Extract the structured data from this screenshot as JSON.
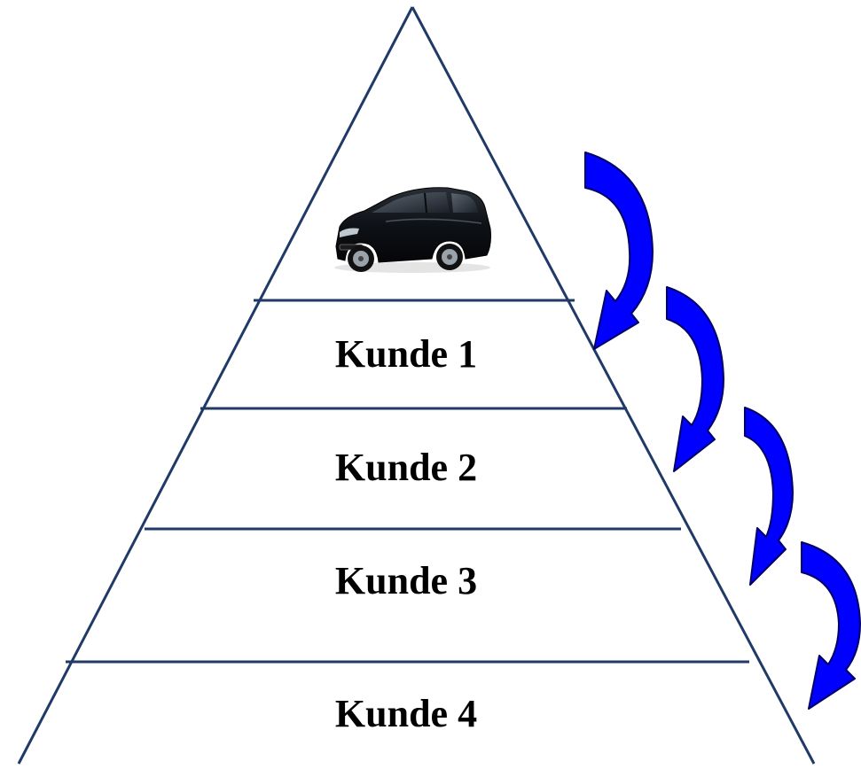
{
  "diagram": {
    "tiers": [
      {
        "label": "Kunde 1"
      },
      {
        "label": "Kunde 2"
      },
      {
        "label": "Kunde 3"
      },
      {
        "label": "Kunde 4"
      }
    ],
    "apex_image": "car-photo",
    "line_color": "#1f3a66",
    "arrow_color": "#0000ff",
    "arrow_edge_color": "#000066",
    "car_body_color": "#0e1116"
  }
}
